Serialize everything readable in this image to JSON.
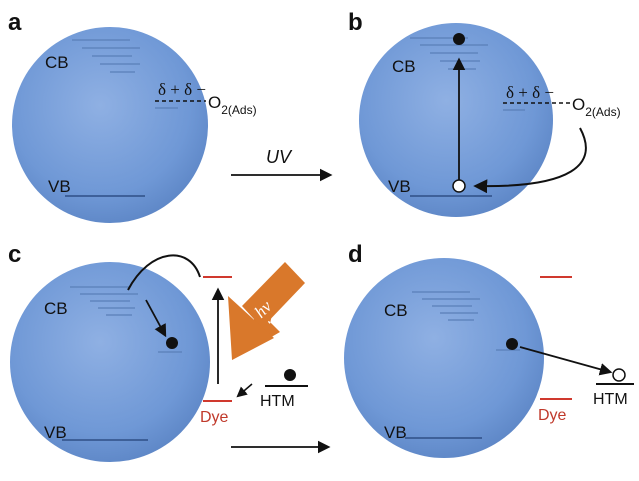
{
  "panels": {
    "a": {
      "label": "a"
    },
    "b": {
      "label": "b"
    },
    "c": {
      "label": "c"
    },
    "d": {
      "label": "d"
    }
  },
  "bands": {
    "cb": "CB",
    "vb": "VB"
  },
  "adsorption": {
    "charge": "δ + δ −",
    "molecule": "O",
    "subscript": "2(Ads)"
  },
  "arrows": {
    "uv": "UV",
    "hv": "hv"
  },
  "materials": {
    "dye": "Dye",
    "htm": "HTM"
  },
  "colors": {
    "sphere": "#6f98d6",
    "dye_level": "#d0392e",
    "hv_arrow": "#d9782b"
  }
}
